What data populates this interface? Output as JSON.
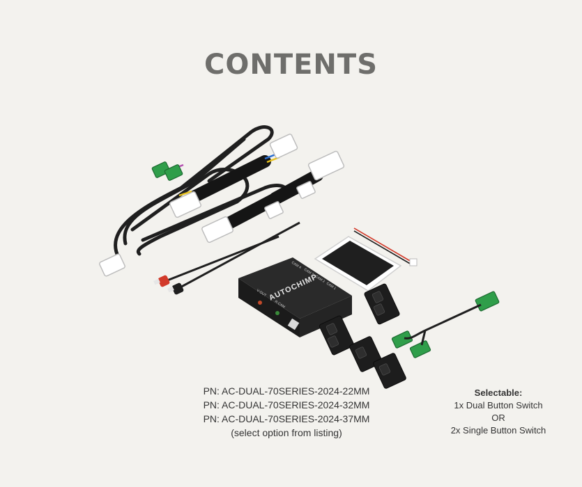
{
  "page": {
    "title": "CONTENTS"
  },
  "product": {
    "brand": "AUTOCHIMP",
    "port_labels": [
      "CAM 1",
      "CAM 2",
      "CAM 3",
      "CAM 4",
      "V-OUT",
      "R-CAM"
    ]
  },
  "part_numbers": [
    "PN: AC-DUAL-70SERIES-2024-22MM",
    "PN: AC-DUAL-70SERIES-2024-32MM",
    "PN: AC-DUAL-70SERIES-2024-37MM"
  ],
  "part_number_note": "(select option from listing)",
  "selectable": {
    "heading": "Selectable:",
    "option_1": "1x Dual Button Switch",
    "separator": "OR",
    "option_2": "2x Single Button Switch"
  },
  "colors": {
    "background": "#f3f2ee",
    "title": "#6e6e6b",
    "connector_green": "#2f9e4a",
    "cable_black": "#1f1f1f"
  }
}
